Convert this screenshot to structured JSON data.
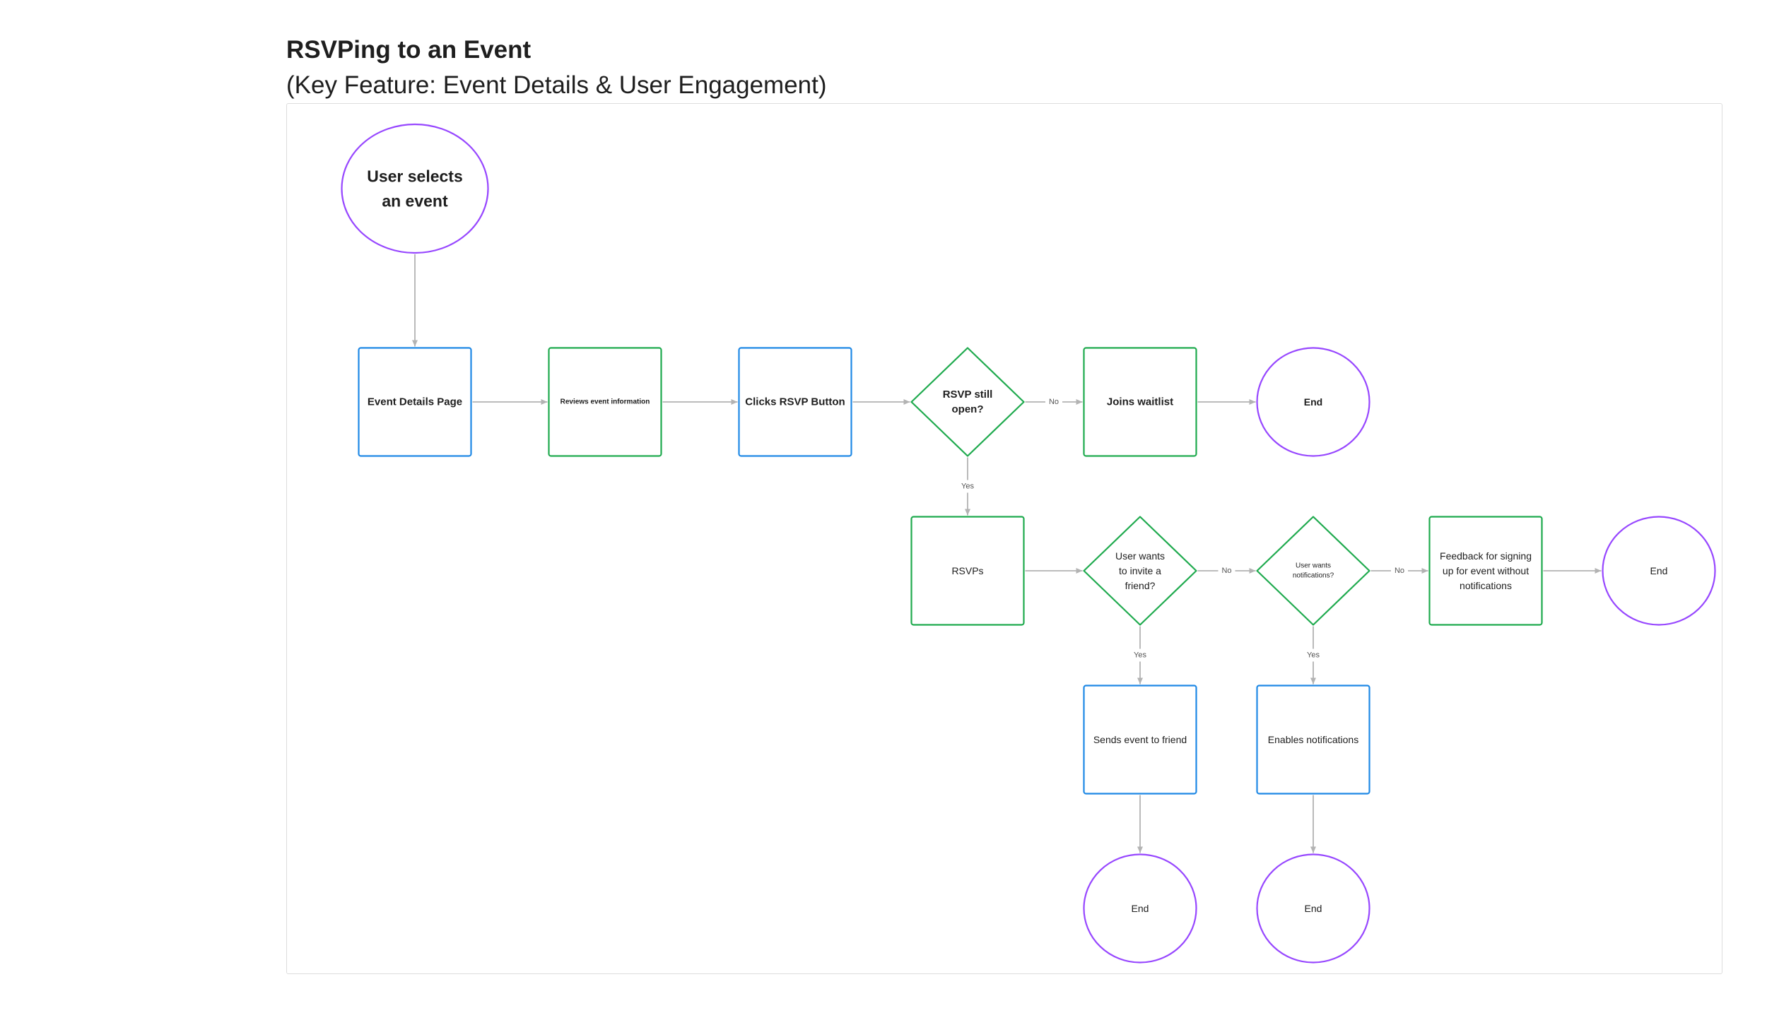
{
  "header": {
    "title": "RSVPing to an Event",
    "subtitle": "(Key Feature: Event Details & User Engagement)"
  },
  "colors": {
    "process_blue": "#1e88e5",
    "process_green": "#1faa4e",
    "terminal_purple": "#9747ff",
    "connector_gray": "#b3b3b3"
  },
  "nodes": [
    {
      "id": "start",
      "shape": "ellipse",
      "color": "terminal_purple",
      "lines": [
        "User selects",
        "an event"
      ]
    },
    {
      "id": "event-details",
      "shape": "rect",
      "color": "process_blue",
      "lines": [
        "Event Details Page"
      ]
    },
    {
      "id": "reviews-info",
      "shape": "rect",
      "color": "process_green",
      "lines": [
        "Reviews event information"
      ]
    },
    {
      "id": "clicks-rsvp",
      "shape": "rect",
      "color": "process_blue",
      "lines": [
        "Clicks RSVP Button"
      ]
    },
    {
      "id": "rsvp-open",
      "shape": "diamond",
      "color": "process_green",
      "lines": [
        "RSVP still",
        "open?"
      ]
    },
    {
      "id": "joins-waitlist",
      "shape": "rect",
      "color": "process_green",
      "lines": [
        "Joins waitlist"
      ]
    },
    {
      "id": "end-1",
      "shape": "ellipse",
      "color": "terminal_purple",
      "lines": [
        "End"
      ]
    },
    {
      "id": "rsvps",
      "shape": "rect",
      "color": "process_green",
      "lines": [
        "RSVPs"
      ]
    },
    {
      "id": "invite-friend",
      "shape": "diamond",
      "color": "process_green",
      "lines": [
        "User wants",
        "to invite a",
        "friend?"
      ]
    },
    {
      "id": "wants-notifications",
      "shape": "diamond",
      "color": "process_green",
      "lines": [
        "User wants",
        "notifications?"
      ]
    },
    {
      "id": "feedback",
      "shape": "rect",
      "color": "process_green",
      "lines": [
        "Feedback for signing",
        "up for event without",
        "notifications"
      ]
    },
    {
      "id": "end-2",
      "shape": "ellipse",
      "color": "terminal_purple",
      "lines": [
        "End"
      ]
    },
    {
      "id": "sends-event",
      "shape": "rect",
      "color": "process_blue",
      "lines": [
        "Sends event to friend"
      ]
    },
    {
      "id": "enables-notifications",
      "shape": "rect",
      "color": "process_blue",
      "lines": [
        "Enables notifications"
      ]
    },
    {
      "id": "end-3",
      "shape": "ellipse",
      "color": "terminal_purple",
      "lines": [
        "End"
      ]
    },
    {
      "id": "end-4",
      "shape": "ellipse",
      "color": "terminal_purple",
      "lines": [
        "End"
      ]
    }
  ],
  "edges": [
    {
      "from": "start",
      "to": "event-details",
      "label": ""
    },
    {
      "from": "event-details",
      "to": "reviews-info",
      "label": ""
    },
    {
      "from": "reviews-info",
      "to": "clicks-rsvp",
      "label": ""
    },
    {
      "from": "clicks-rsvp",
      "to": "rsvp-open",
      "label": ""
    },
    {
      "from": "rsvp-open",
      "to": "joins-waitlist",
      "label": "No"
    },
    {
      "from": "joins-waitlist",
      "to": "end-1",
      "label": ""
    },
    {
      "from": "rsvp-open",
      "to": "rsvps",
      "label": "Yes"
    },
    {
      "from": "rsvps",
      "to": "invite-friend",
      "label": ""
    },
    {
      "from": "invite-friend",
      "to": "wants-notifications",
      "label": "No"
    },
    {
      "from": "wants-notifications",
      "to": "feedback",
      "label": "No"
    },
    {
      "from": "feedback",
      "to": "end-2",
      "label": ""
    },
    {
      "from": "invite-friend",
      "to": "sends-event",
      "label": "Yes"
    },
    {
      "from": "wants-notifications",
      "to": "enables-notifications",
      "label": "Yes"
    },
    {
      "from": "sends-event",
      "to": "end-3",
      "label": ""
    },
    {
      "from": "enables-notifications",
      "to": "end-4",
      "label": ""
    }
  ]
}
